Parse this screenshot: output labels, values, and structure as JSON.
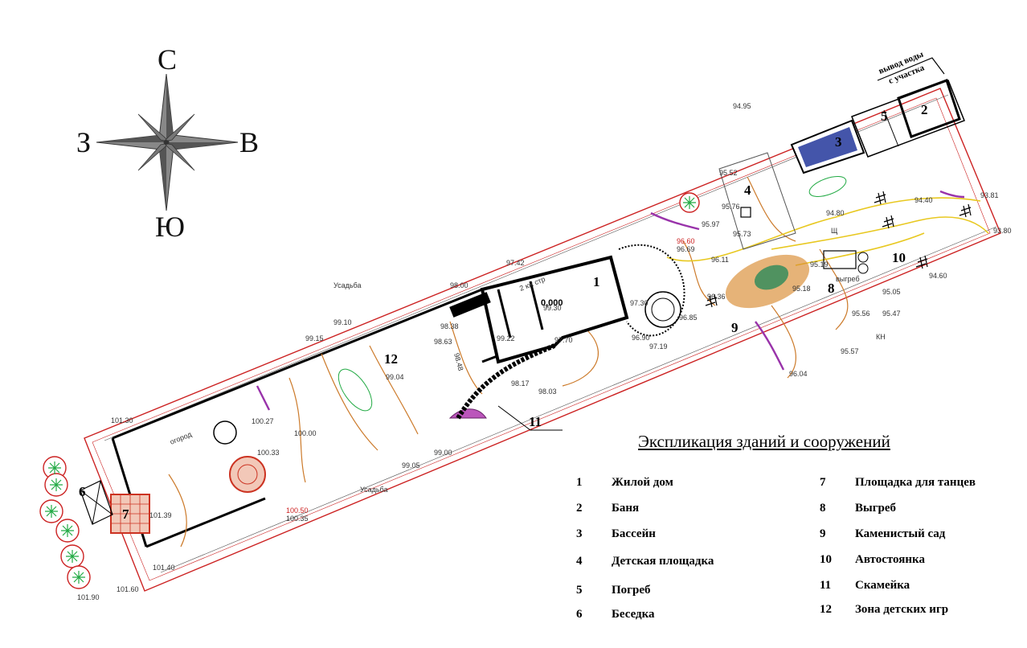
{
  "compass": {
    "north": "С",
    "south": "Ю",
    "west": "З",
    "east": "В"
  },
  "top_note": {
    "line1": "вывод воды",
    "line2": "с участка"
  },
  "plan_labels": {
    "usadba_top": "Усадьба",
    "usadba_bottom": "Усадьба",
    "ogorod": "огород",
    "house_floors": "2 кж стр",
    "house_level": "0,000",
    "vygreb": "выгреб",
    "kn": "КН",
    "shch": "Щ"
  },
  "plan_numbers": [
    "1",
    "2",
    "3",
    "4",
    "5",
    "6",
    "7",
    "8",
    "9",
    "10",
    "11",
    "12"
  ],
  "elevations": [
    "94.95",
    "95.52",
    "95.76",
    "95.97",
    "95.73",
    "96.11",
    "96.36",
    "96.04",
    "95.19",
    "95.18",
    "95.57",
    "95.56",
    "95.47",
    "93.81",
    "93.80",
    "94.80",
    "94.40",
    "94.60",
    "95.05",
    "97.42",
    "98.00",
    "97.30",
    "96.85",
    "96.90",
    "97.19",
    "97.70",
    "98.38",
    "98.63",
    "98.48",
    "99.04",
    "100.27",
    "100.00",
    "100.33",
    "100.50",
    "100.35",
    "101.39",
    "101.40",
    "101.60",
    "101.90",
    "101.30",
    "99.05",
    "99.10",
    "99.15",
    "99.00",
    "99.30",
    "99.22",
    "98.17",
    "98.03",
    "96.60",
    "96.69"
  ],
  "legend": {
    "title": "Экспликация зданий и сооружений",
    "items": [
      {
        "n": "1",
        "label": "Жилой дом"
      },
      {
        "n": "2",
        "label": "Баня"
      },
      {
        "n": "3",
        "label": "Бассейн"
      },
      {
        "n": "4",
        "label": "Детская площадка"
      },
      {
        "n": "5",
        "label": "Погреб"
      },
      {
        "n": "6",
        "label": "Беседка"
      },
      {
        "n": "7",
        "label": "Площадка для танцев"
      },
      {
        "n": "8",
        "label": "Выгреб"
      },
      {
        "n": "9",
        "label": "Каменистый сад"
      },
      {
        "n": "10",
        "label": "Автостоянка"
      },
      {
        "n": "11",
        "label": "Скамейка"
      },
      {
        "n": "12",
        "label": "Зона детских игр"
      }
    ]
  },
  "colors": {
    "boundary_red": "#cc2222",
    "contour_orange": "#cc7a2a",
    "path_yellow": "#e8c820",
    "path_purple": "#9933aa",
    "pool_blue": "#4455aa",
    "tree_green": "#22aa44"
  }
}
